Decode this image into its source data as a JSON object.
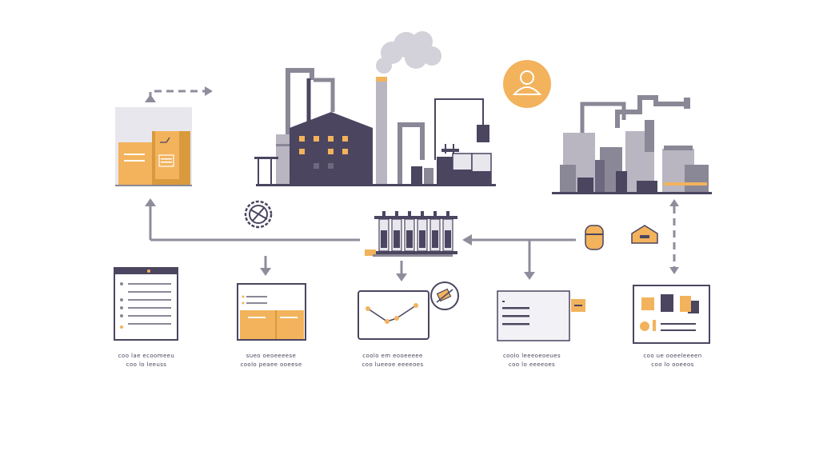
{
  "colors": {
    "dark": "#4b4560",
    "mid": "#8a8796",
    "light": "#b9b6c2",
    "pale": "#e9e7ee",
    "accent": "#f2b35c",
    "accent_dark": "#d99a3e",
    "line": "#8f8c9c"
  },
  "nodes": [
    {
      "id": "node-1",
      "icon": "checklist-form-icon",
      "caption_line1": "coo lae ecoomeeu",
      "caption_line2": "coo lo leeuss"
    },
    {
      "id": "node-2",
      "icon": "split-panel-icon",
      "caption_line1": "sueo oeoeeeese",
      "caption_line2": "coolo peaee ooeese"
    },
    {
      "id": "node-3",
      "icon": "line-chart-icon",
      "caption_line1": "coolo em eooeeeee",
      "caption_line2": "coo lueeoe eeeeoes"
    },
    {
      "id": "node-4",
      "icon": "list-panel-icon",
      "caption_line1": "coolo leeeoeoeues",
      "caption_line2": "coo lo eeeeoes"
    },
    {
      "id": "node-5",
      "icon": "dashboard-icon",
      "caption_line1": "coo ue ooeeleeeen",
      "caption_line2": "coo lo ooeeos"
    }
  ]
}
